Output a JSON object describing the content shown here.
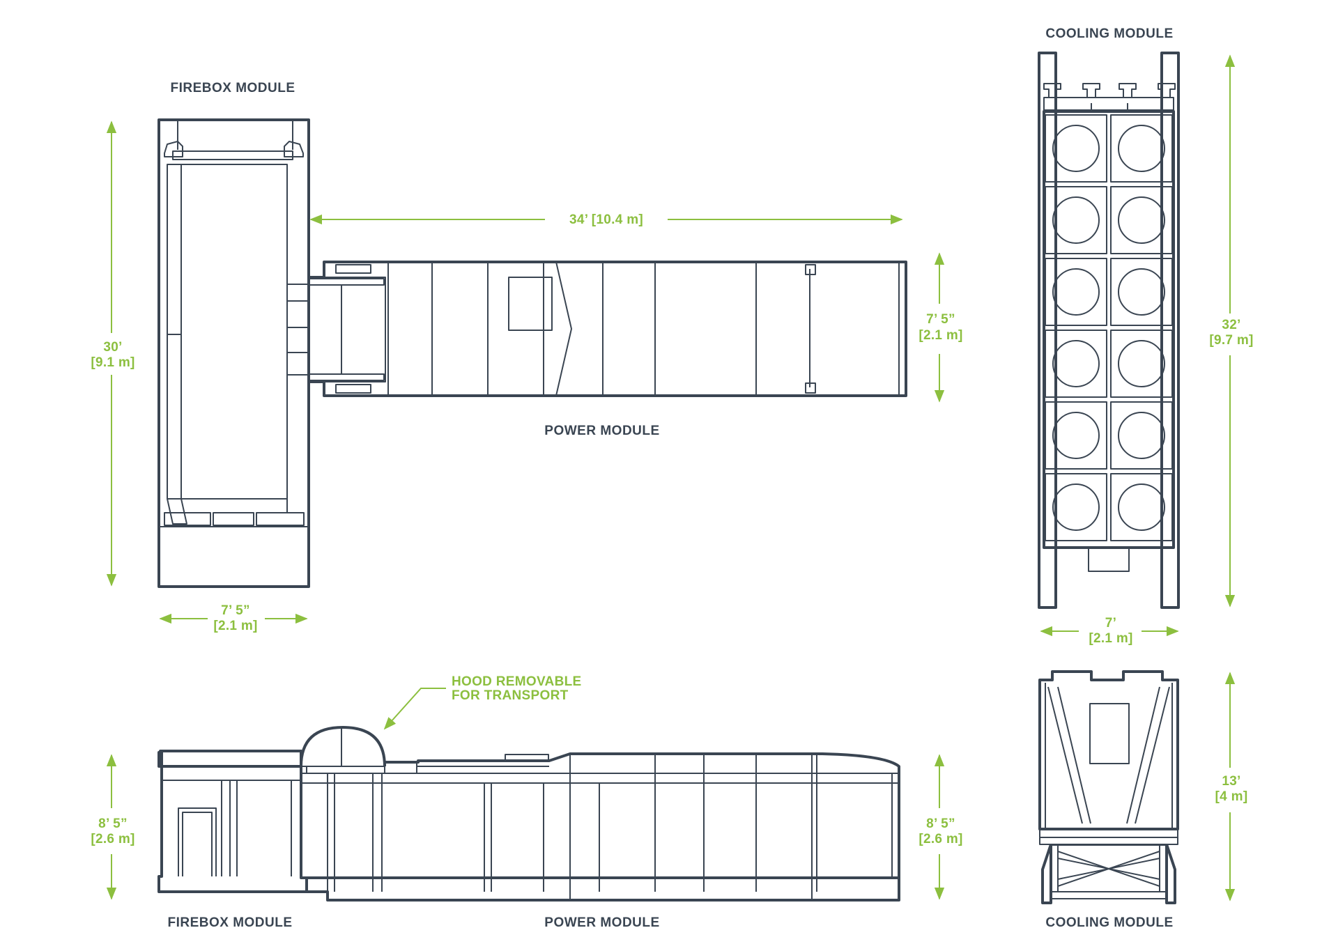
{
  "labels": {
    "firebox_top": "FIREBOX MODULE",
    "power_top": "POWER MODULE",
    "cooling_top": "COOLING MODULE",
    "firebox_bottom": "FIREBOX MODULE",
    "power_bottom": "POWER MODULE",
    "cooling_bottom": "COOLING MODULE"
  },
  "dimensions": {
    "firebox_length": [
      "30’",
      "[9.1 m]"
    ],
    "firebox_width": [
      "7’ 5”",
      "[2.1 m]"
    ],
    "power_length": "34’ [10.4 m]",
    "power_width": [
      "7’ 5”",
      "[2.1 m]"
    ],
    "cooling_length": [
      "32’",
      "[9.7 m]"
    ],
    "cooling_width": [
      "7’",
      "[2.1 m]"
    ],
    "side_left_height": [
      "8’ 5”",
      "[2.6 m]"
    ],
    "side_right_height": [
      "8’ 5”",
      "[2.6 m]"
    ],
    "cooling_height": [
      "13’",
      "[4 m]"
    ]
  },
  "callout": {
    "line1": "HOOD REMOVABLE",
    "line2": "FOR TRANSPORT"
  },
  "colors": {
    "outline": "#3a4552",
    "dimension": "#8cbf3f"
  }
}
